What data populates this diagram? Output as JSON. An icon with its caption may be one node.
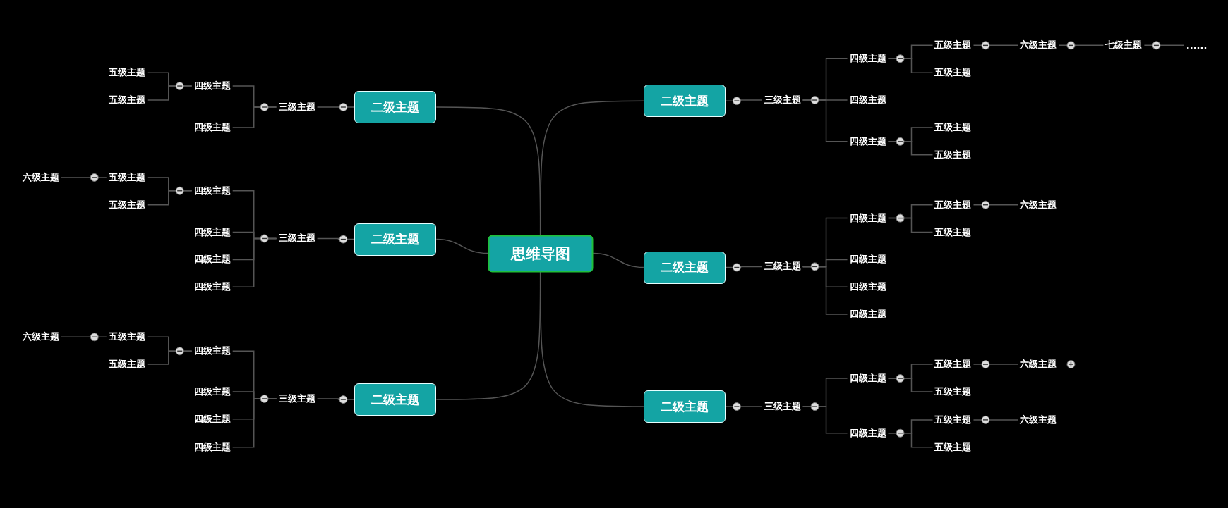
{
  "diagram": {
    "nodes": [
      {
        "text": [
          "思维导图"
        ]
      },
      {
        "text": [
          "二级主题"
        ]
      },
      {
        "text": [
          "三级主题"
        ]
      },
      {
        "text": [
          "四级主题"
        ]
      },
      {
        "text": [
          "五级主题"
        ]
      },
      {
        "text": [
          "五级主题"
        ]
      },
      {
        "text": [
          "四级主题"
        ]
      },
      {
        "text": [
          "二级主题"
        ]
      },
      {
        "text": [
          "三级主题"
        ]
      },
      {
        "text": [
          "四级主题"
        ]
      },
      {
        "text": [
          "五级主题"
        ]
      },
      {
        "text": [
          "六级主题"
        ]
      },
      {
        "text": [
          "五级主题"
        ]
      },
      {
        "text": [
          "四级主题"
        ]
      },
      {
        "text": [
          "四级主题"
        ]
      },
      {
        "text": [
          "四级主题"
        ]
      },
      {
        "text": [
          "二级主题"
        ]
      },
      {
        "text": [
          "三级主题"
        ]
      },
      {
        "text": [
          "四级主题"
        ]
      },
      {
        "text": [
          "五级主题"
        ]
      },
      {
        "text": [
          "六级主题"
        ]
      },
      {
        "text": [
          "五级主题"
        ]
      },
      {
        "text": [
          "四级主题"
        ]
      },
      {
        "text": [
          "四级主题"
        ]
      },
      {
        "text": [
          "四级主题"
        ]
      },
      {
        "text": [
          "二级主题"
        ]
      },
      {
        "text": [
          "三级主题"
        ]
      },
      {
        "text": [
          "四级主题"
        ]
      },
      {
        "text": [
          "五级主题"
        ]
      },
      {
        "text": [
          "六级主题"
        ]
      },
      {
        "text": [
          "七级主题"
        ]
      },
      {
        "text": [
          "......"
        ]
      },
      {
        "text": [
          "五级主题"
        ]
      },
      {
        "text": [
          "四级主题"
        ]
      },
      {
        "text": [
          "四级主题"
        ]
      },
      {
        "text": [
          "五级主题"
        ]
      },
      {
        "text": [
          "五级主题"
        ]
      },
      {
        "text": [
          "二级主题"
        ]
      },
      {
        "text": [
          "三级主题"
        ]
      },
      {
        "text": [
          "四级主题"
        ]
      },
      {
        "text": [
          "五级主题"
        ]
      },
      {
        "text": [
          "六级主题"
        ]
      },
      {
        "text": [
          "五级主题"
        ]
      },
      {
        "text": [
          "四级主题"
        ]
      },
      {
        "text": [
          "四级主题"
        ]
      },
      {
        "text": [
          "四级主题"
        ]
      },
      {
        "text": [
          "二级主题"
        ]
      },
      {
        "text": [
          "三级主题"
        ]
      },
      {
        "text": [
          "四级主题"
        ]
      },
      {
        "text": [
          "五级主题"
        ]
      },
      {
        "text": [
          "六级主题"
        ]
      },
      {
        "text": [
          "五级主题"
        ]
      },
      {
        "text": [
          "四级主题"
        ]
      },
      {
        "text": [
          "五级主题"
        ]
      },
      {
        "text": [
          "六级主题"
        ]
      },
      {
        "text": [
          "五级主题"
        ]
      }
    ],
    "edges": [
      {
        "from": 0,
        "to": 1,
        "arrow": "none"
      },
      {
        "from": 1,
        "to": 2,
        "arrow": "none"
      },
      {
        "from": 2,
        "to": 3,
        "arrow": "none"
      },
      {
        "from": 3,
        "to": 4,
        "arrow": "none"
      },
      {
        "from": 3,
        "to": 5,
        "arrow": "none"
      },
      {
        "from": 2,
        "to": 6,
        "arrow": "none"
      },
      {
        "from": 0,
        "to": 7,
        "arrow": "none"
      },
      {
        "from": 7,
        "to": 8,
        "arrow": "none"
      },
      {
        "from": 8,
        "to": 9,
        "arrow": "none"
      },
      {
        "from": 9,
        "to": 10,
        "arrow": "none"
      },
      {
        "from": 10,
        "to": 11,
        "arrow": "none"
      },
      {
        "from": 9,
        "to": 12,
        "arrow": "none"
      },
      {
        "from": 8,
        "to": 13,
        "arrow": "none"
      },
      {
        "from": 8,
        "to": 14,
        "arrow": "none"
      },
      {
        "from": 8,
        "to": 15,
        "arrow": "none"
      },
      {
        "from": 0,
        "to": 16,
        "arrow": "none"
      },
      {
        "from": 16,
        "to": 17,
        "arrow": "none"
      },
      {
        "from": 17,
        "to": 18,
        "arrow": "none"
      },
      {
        "from": 18,
        "to": 19,
        "arrow": "none"
      },
      {
        "from": 19,
        "to": 20,
        "arrow": "none"
      },
      {
        "from": 18,
        "to": 21,
        "arrow": "none"
      },
      {
        "from": 17,
        "to": 22,
        "arrow": "none"
      },
      {
        "from": 17,
        "to": 23,
        "arrow": "none"
      },
      {
        "from": 17,
        "to": 24,
        "arrow": "none"
      },
      {
        "from": 0,
        "to": 25,
        "arrow": "none"
      },
      {
        "from": 25,
        "to": 26,
        "arrow": "none"
      },
      {
        "from": 26,
        "to": 27,
        "arrow": "none"
      },
      {
        "from": 27,
        "to": 28,
        "arrow": "none"
      },
      {
        "from": 28,
        "to": 29,
        "arrow": "none"
      },
      {
        "from": 29,
        "to": 30,
        "arrow": "none"
      },
      {
        "from": 30,
        "to": 31,
        "arrow": "none"
      },
      {
        "from": 27,
        "to": 32,
        "arrow": "none"
      },
      {
        "from": 26,
        "to": 33,
        "arrow": "none"
      },
      {
        "from": 26,
        "to": 34,
        "arrow": "none"
      },
      {
        "from": 34,
        "to": 35,
        "arrow": "none"
      },
      {
        "from": 34,
        "to": 36,
        "arrow": "none"
      },
      {
        "from": 0,
        "to": 37,
        "arrow": "none"
      },
      {
        "from": 37,
        "to": 38,
        "arrow": "none"
      },
      {
        "from": 38,
        "to": 39,
        "arrow": "none"
      },
      {
        "from": 39,
        "to": 40,
        "arrow": "none"
      },
      {
        "from": 40,
        "to": 41,
        "arrow": "none"
      },
      {
        "from": 39,
        "to": 42,
        "arrow": "none"
      },
      {
        "from": 38,
        "to": 43,
        "arrow": "none"
      },
      {
        "from": 38,
        "to": 44,
        "arrow": "none"
      },
      {
        "from": 38,
        "to": 45,
        "arrow": "none"
      },
      {
        "from": 0,
        "to": 46,
        "arrow": "none"
      },
      {
        "from": 46,
        "to": 47,
        "arrow": "none"
      },
      {
        "from": 47,
        "to": 48,
        "arrow": "none"
      },
      {
        "from": 48,
        "to": 49,
        "arrow": "none"
      },
      {
        "from": 49,
        "to": 50,
        "arrow": "none"
      },
      {
        "from": 48,
        "to": 51,
        "arrow": "none"
      },
      {
        "from": 47,
        "to": 52,
        "arrow": "none"
      },
      {
        "from": 52,
        "to": 53,
        "arrow": "none"
      },
      {
        "from": 53,
        "to": 54,
        "arrow": "none"
      },
      {
        "from": 52,
        "to": 55,
        "arrow": "none"
      }
    ]
  }
}
